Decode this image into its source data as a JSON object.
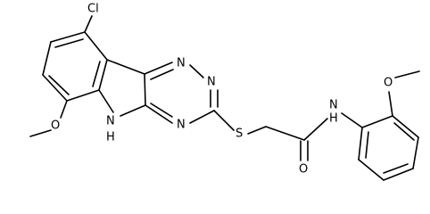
{
  "molecule": {
    "atoms": {
      "Cl": "Cl",
      "N1": "N",
      "N2": "N",
      "N3": "N",
      "NH_indole": "N",
      "H_indole": "H",
      "S": "S",
      "O_carbonyl": "O",
      "NH_amide": "N",
      "H_amide": "H",
      "O_methoxy_left": "O",
      "O_methoxy_right": "O"
    }
  }
}
